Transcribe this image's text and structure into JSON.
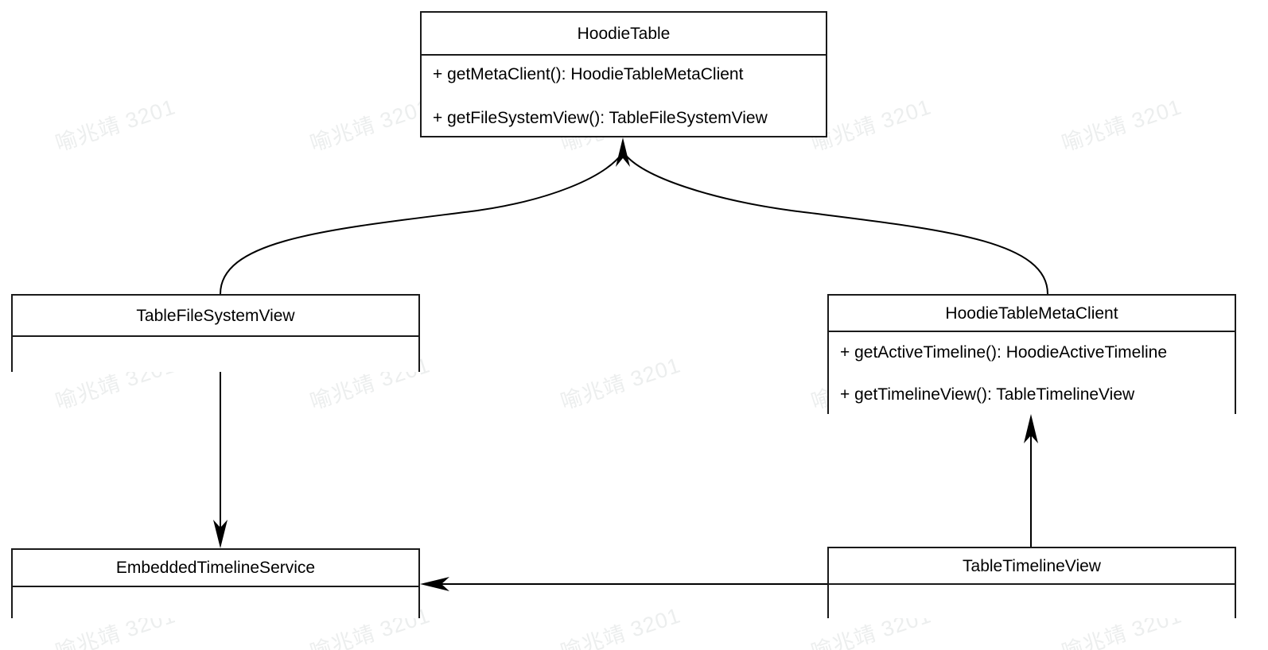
{
  "diagram": {
    "kind": "uml-class-diagram",
    "background_color": "#ffffff",
    "line_color": "#000000",
    "text_color": "#000000",
    "watermark": {
      "text": "喻兆靖 3201",
      "color": "#eceeee"
    }
  },
  "classes": {
    "hoodie_table": {
      "name": "HoodieTable",
      "members": [
        "+ getMetaClient(): HoodieTableMetaClient",
        "+ getFileSystemView(): TableFileSystemView"
      ]
    },
    "table_file_system_view": {
      "name": "TableFileSystemView",
      "members": []
    },
    "hoodie_table_meta_client": {
      "name": "HoodieTableMetaClient",
      "members": [
        "+ getActiveTimeline(): HoodieActiveTimeline",
        "+ getTimelineView(): TableTimelineView"
      ]
    },
    "embedded_timeline_service": {
      "name": "EmbeddedTimelineService",
      "members": []
    },
    "table_timeline_view": {
      "name": "TableTimelineView",
      "members": []
    }
  },
  "relationships": [
    {
      "id": "fsview-to-hoodietable",
      "from": "TableFileSystemView",
      "to": "HoodieTable",
      "style": "curved",
      "arrow": "filled-triangle-at-target"
    },
    {
      "id": "metaclient-to-hoodietable",
      "from": "HoodieTableMetaClient",
      "to": "HoodieTable",
      "style": "curved",
      "arrow": "filled-triangle-at-target"
    },
    {
      "id": "fsview-to-embeddedtimelineservice",
      "from": "TableFileSystemView",
      "to": "EmbeddedTimelineService",
      "style": "straight-vertical",
      "arrow": "filled-triangle-at-target"
    },
    {
      "id": "tabletimelineview-to-metaclient",
      "from": "TableTimelineView",
      "to": "HoodieTableMetaClient",
      "style": "straight-vertical",
      "arrow": "filled-triangle-at-target"
    },
    {
      "id": "tabletimelineview-to-embeddedtimelineservice",
      "from": "TableTimelineView",
      "to": "EmbeddedTimelineService",
      "style": "straight-horizontal",
      "arrow": "filled-triangle-at-target"
    }
  ]
}
